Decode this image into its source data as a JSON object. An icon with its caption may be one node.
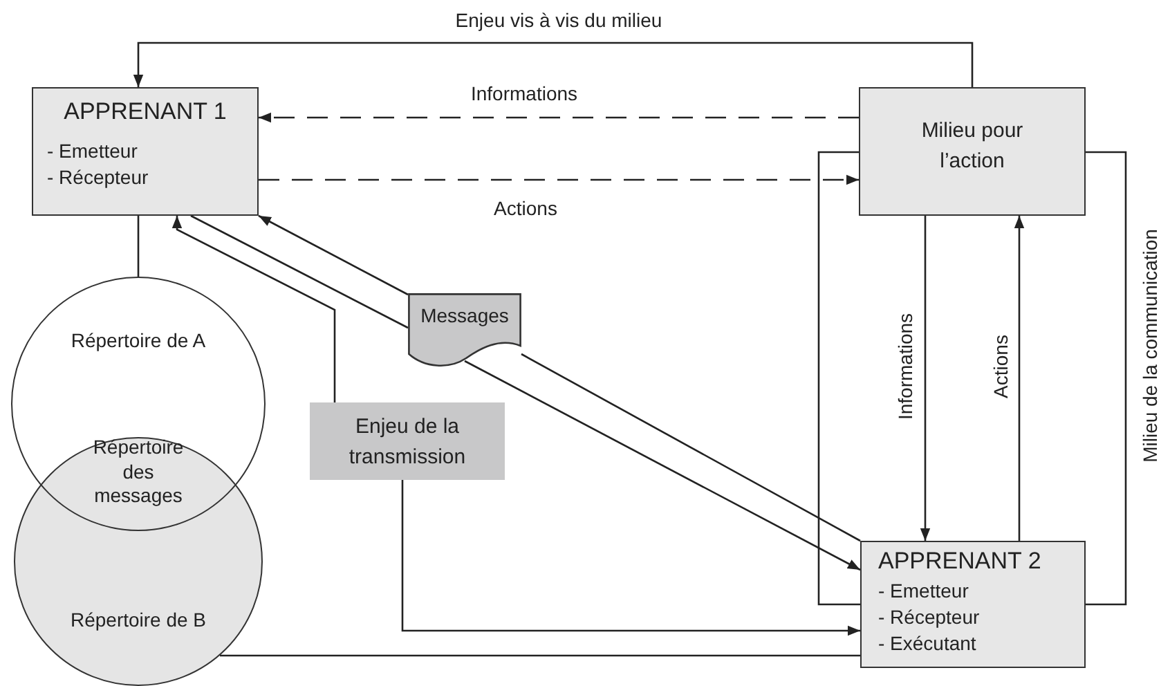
{
  "diagram": {
    "nodes": [
      {
        "text": [
          "APPRENANT 1",
          "- Emetteur",
          "- Récepteur"
        ]
      },
      {
        "text": [
          "Milieu pour l’action"
        ]
      },
      {
        "text": [
          "Messages"
        ]
      },
      {
        "text": [
          "Répertoire de A"
        ]
      },
      {
        "text": [
          "Répertoire de B"
        ]
      },
      {
        "text": [
          "Enjeu de la transmission"
        ]
      },
      {
        "text": [
          "APPRENANT 2",
          "- Emetteur",
          "- Récepteur",
          "- Exécutant"
        ]
      }
    ],
    "edges": [
      {
        "from": 1,
        "to": 0,
        "arrow": "to",
        "label": "Enjeu vis à vis du milieu"
      },
      {
        "from": 1,
        "to": 0,
        "arrow": "to",
        "label": "Informations",
        "style": "dashed"
      },
      {
        "from": 0,
        "to": 1,
        "arrow": "to",
        "label": "Actions",
        "style": "dashed"
      },
      {
        "from": 1,
        "to": 6,
        "arrow": "to",
        "label": "Informations"
      },
      {
        "from": 6,
        "to": 1,
        "arrow": "to",
        "label": "Actions"
      },
      {
        "from": 1,
        "to": 6,
        "arrow": "none",
        "label": "Milieu de la communication"
      },
      {
        "from": 1,
        "to": 6,
        "arrow": "none"
      },
      {
        "from": 2,
        "to": 0,
        "arrow": "to"
      },
      {
        "from": 0,
        "to": 2,
        "arrow": "none"
      },
      {
        "from": 2,
        "to": 6,
        "arrow": "to"
      },
      {
        "from": 6,
        "to": 2,
        "arrow": "none"
      },
      {
        "from": 5,
        "to": 0,
        "arrow": "to"
      },
      {
        "from": 5,
        "to": 6,
        "arrow": "to"
      },
      {
        "from": 0,
        "to": 3,
        "arrow": "none"
      },
      {
        "from": 4,
        "to": 6,
        "arrow": "none"
      }
    ],
    "labels": [
      "Répertoire des messages"
    ]
  }
}
